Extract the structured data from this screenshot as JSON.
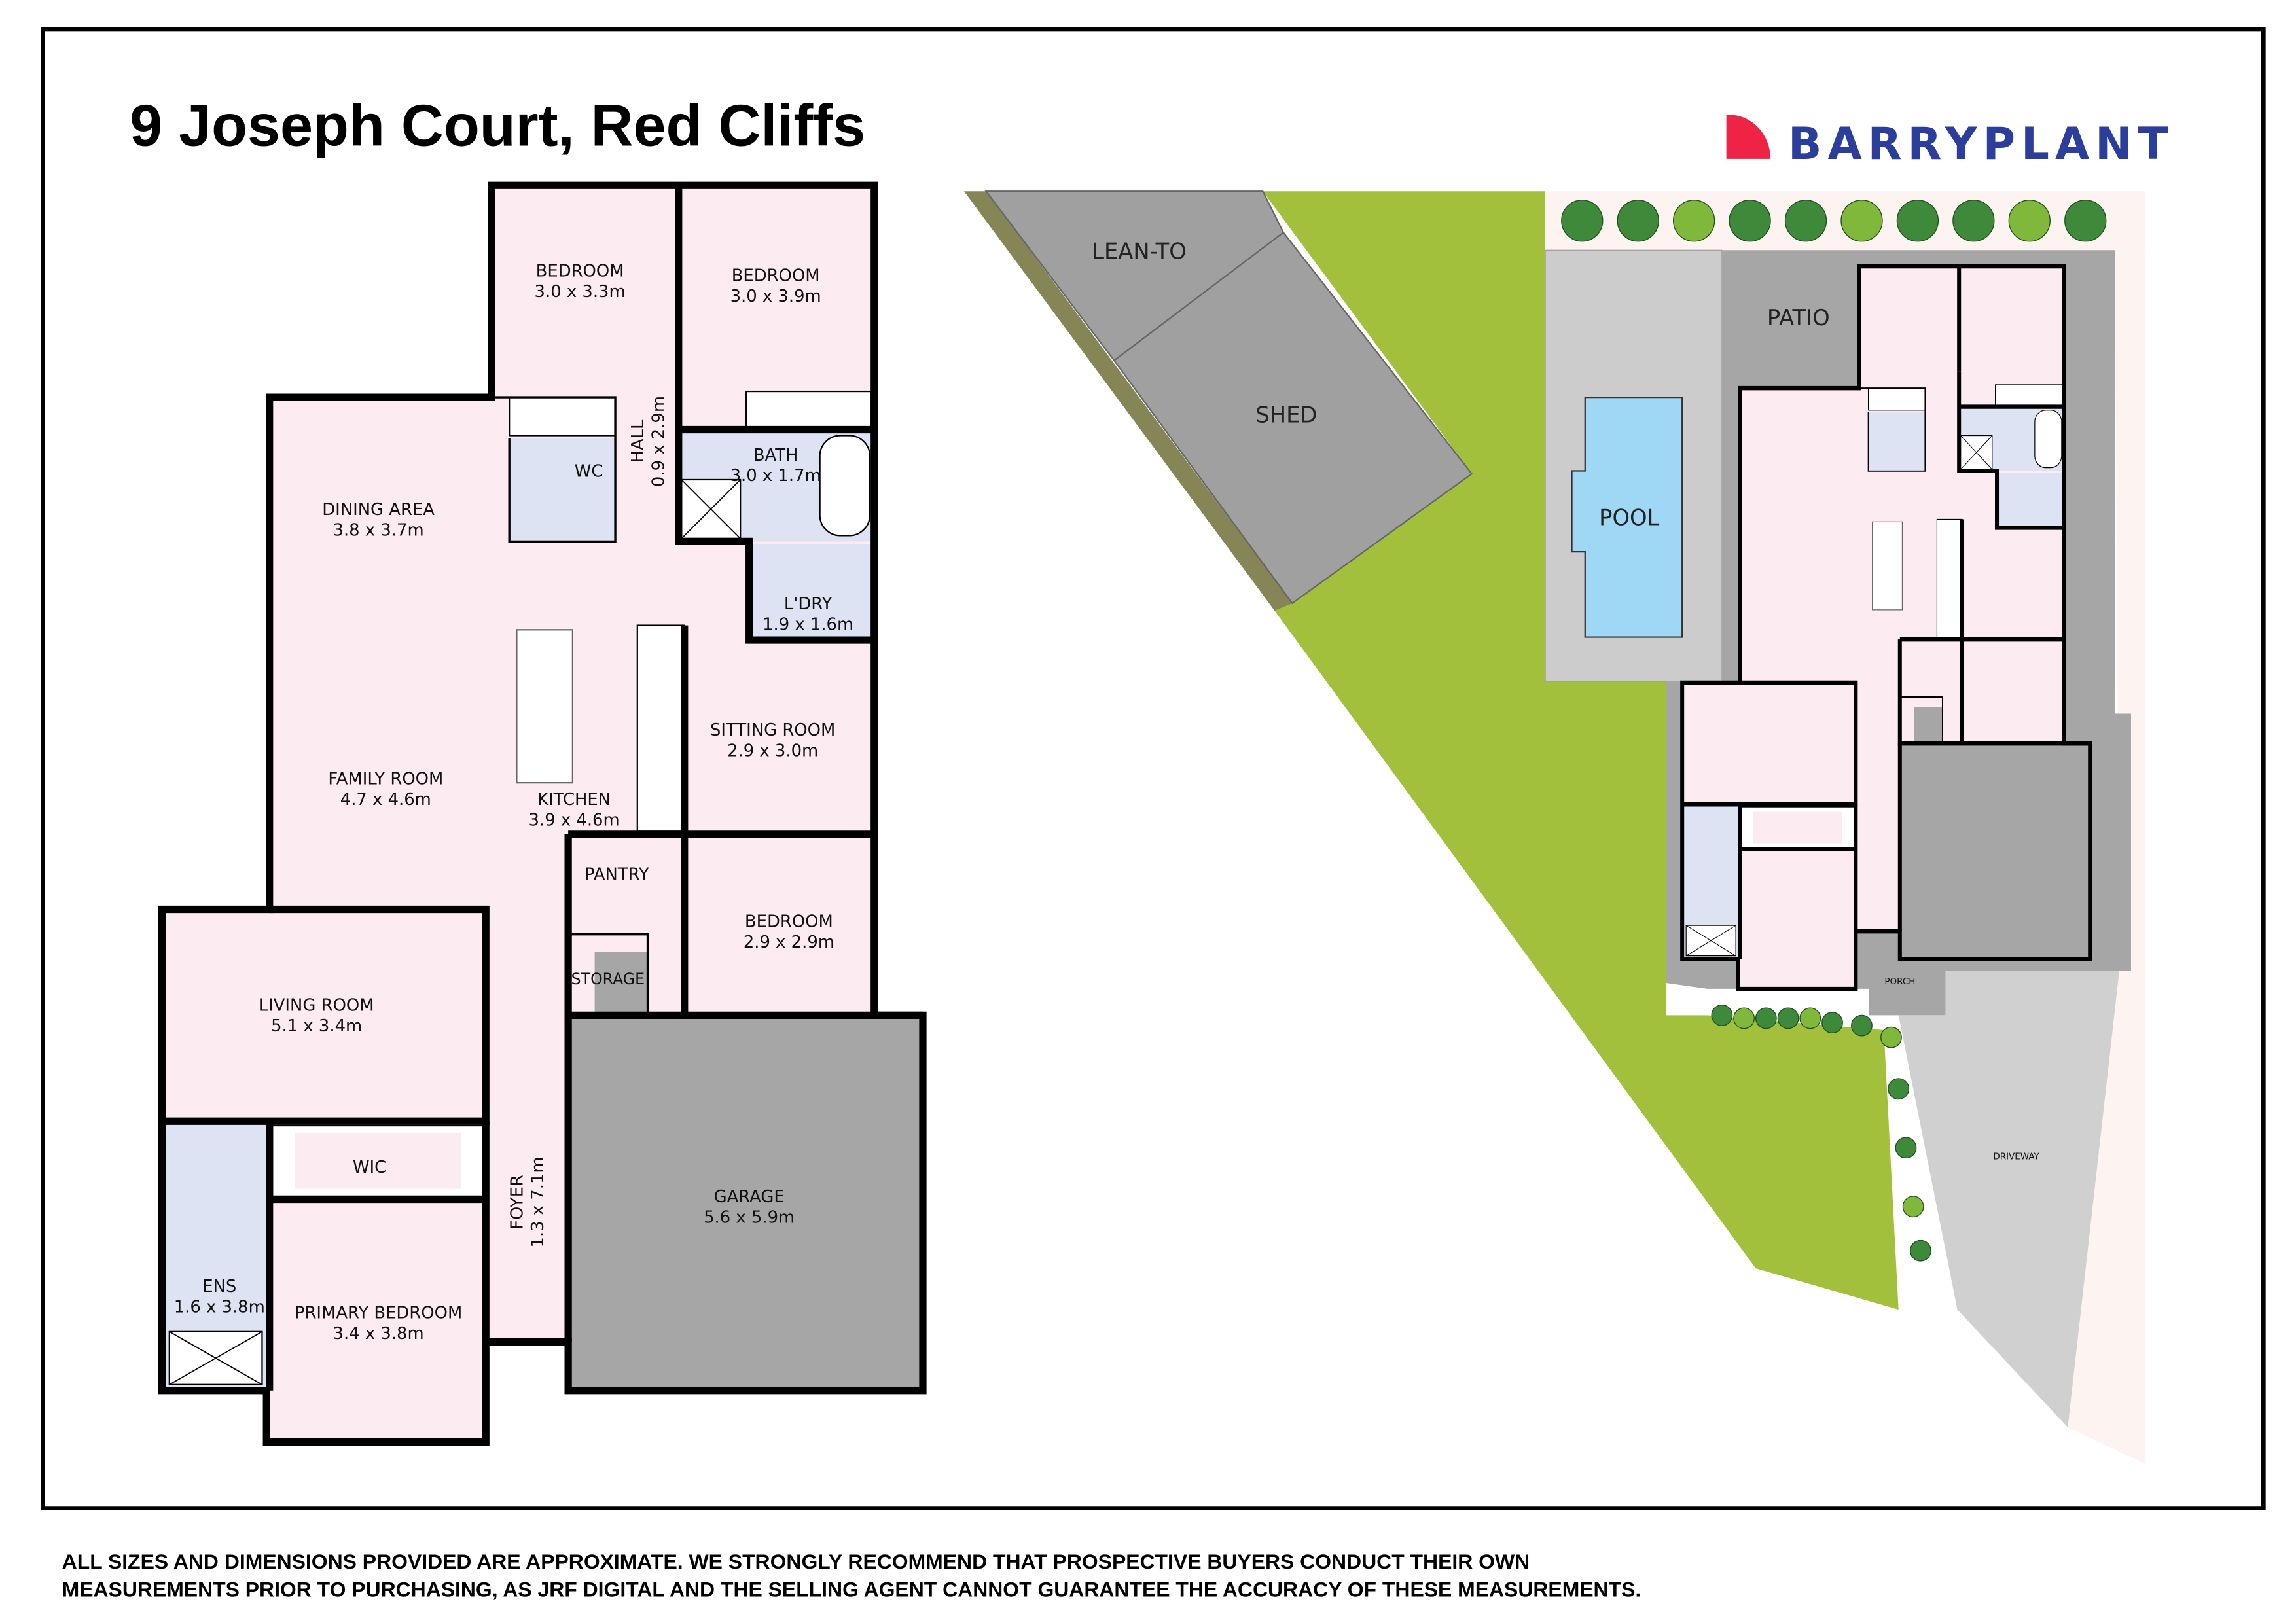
{
  "title": "9 Joseph Court, Red Cliffs",
  "logo": {
    "text": "BARRYPLANT",
    "colors": {
      "mark": "#ef2346",
      "text": "#2c3e9c"
    }
  },
  "disclaimer": [
    "ALL SIZES AND DIMENSIONS PROVIDED ARE APPROXIMATE. WE STRONGLY RECOMMEND THAT PROSPECTIVE BUYERS CONDUCT THEIR OWN",
    "MEASUREMENTS PRIOR TO PURCHASING, AS JRF DIGITAL AND THE SELLING AGENT CANNOT GUARANTEE THE ACCURACY OF THESE MEASUREMENTS."
  ],
  "rooms": [
    {
      "name": "BEDROOM",
      "dims": "3.0 x 3.3m"
    },
    {
      "name": "BEDROOM",
      "dims": "3.0 x 3.9m"
    },
    {
      "name": "HALL",
      "dims": "0.9 x 2.9m"
    },
    {
      "name": "WC",
      "dims": ""
    },
    {
      "name": "BATH",
      "dims": "3.0 x 1.7m"
    },
    {
      "name": "DINING AREA",
      "dims": "3.8 x 3.7m"
    },
    {
      "name": "L'DRY",
      "dims": "1.9 x 1.6m"
    },
    {
      "name": "SITTING ROOM",
      "dims": "2.9 x 3.0m"
    },
    {
      "name": "FAMILY ROOM",
      "dims": "4.7 x 4.6m"
    },
    {
      "name": "KITCHEN",
      "dims": "3.9 x 4.6m"
    },
    {
      "name": "PANTRY",
      "dims": ""
    },
    {
      "name": "BEDROOM",
      "dims": "2.9 x 2.9m"
    },
    {
      "name": "STORAGE",
      "dims": ""
    },
    {
      "name": "LIVING ROOM",
      "dims": "5.1 x 3.4m"
    },
    {
      "name": "WIC",
      "dims": ""
    },
    {
      "name": "FOYER",
      "dims": "1.3 x 7.1m"
    },
    {
      "name": "GARAGE",
      "dims": "5.6 x 5.9m"
    },
    {
      "name": "ENS",
      "dims": "1.6 x 3.8m"
    },
    {
      "name": "PRIMARY BEDROOM",
      "dims": "3.4 x 3.8m"
    }
  ],
  "site": {
    "lean_to": "LEAN-TO",
    "shed": "SHED",
    "patio": "PATIO",
    "pool": "POOL",
    "porch": "PORCH",
    "driveway": "DRIVEWAY"
  },
  "colors": {
    "room": "#fcecf1",
    "wet": "#dde3f2",
    "garage": "#a6a6a6",
    "lawn": "#a2c03c",
    "pool": "#9fd8f5",
    "driveway": "#d0d0d0"
  }
}
